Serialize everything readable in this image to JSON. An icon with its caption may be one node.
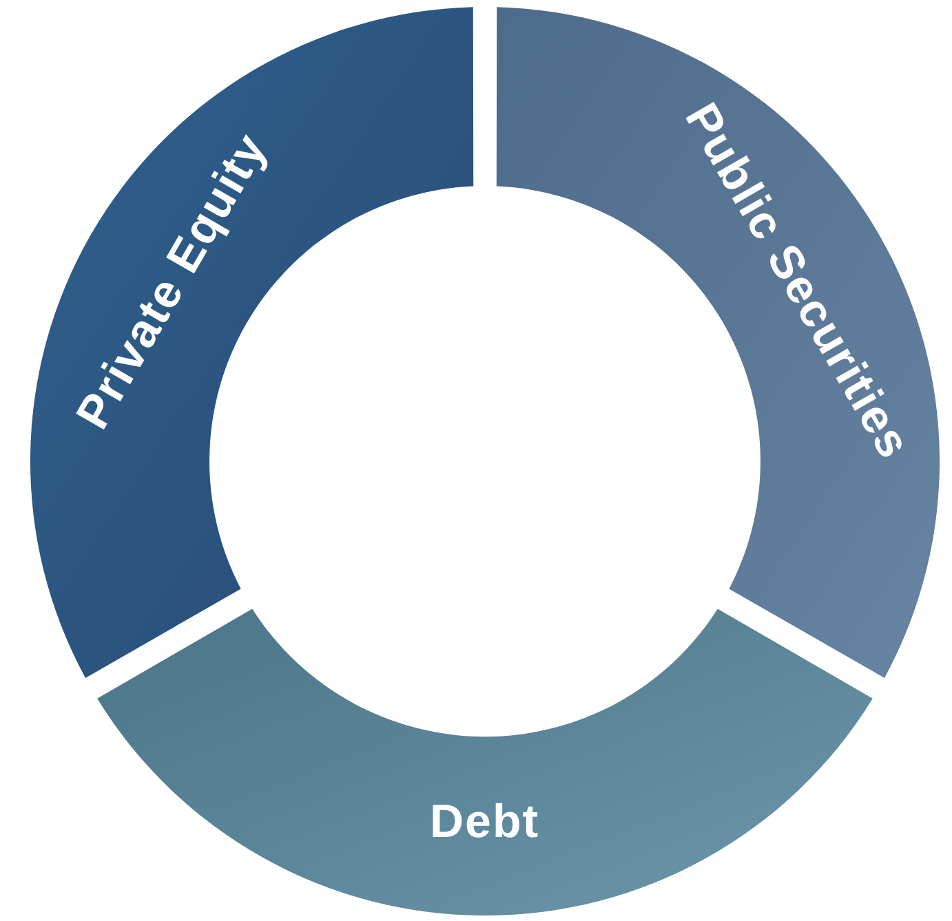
{
  "diagram": {
    "nodes": [
      {
        "text": [
          "Private Equity"
        ]
      },
      {
        "text": [
          "Public Securities"
        ]
      },
      {
        "text": [
          "Debt"
        ]
      }
    ]
  }
}
